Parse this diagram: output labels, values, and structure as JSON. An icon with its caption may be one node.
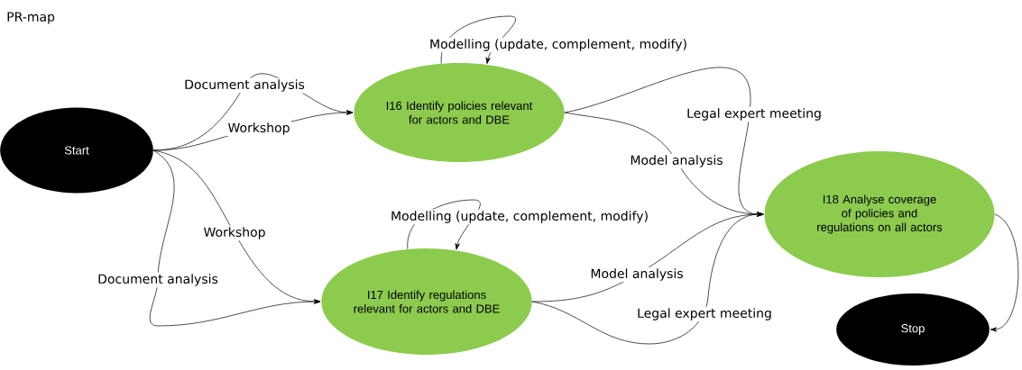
{
  "diagram": {
    "title": "PR-map",
    "nodes": [
      {
        "text": [
          "Start"
        ]
      },
      {
        "text": [
          "I16 Identify policies relevant for actors and DBE"
        ]
      },
      {
        "text": [
          "I17 Identify regulations relevant for actors and DBE"
        ]
      },
      {
        "text": [
          "I18 Analyse coverage of policies and regulations on all actors"
        ]
      },
      {
        "text": [
          "Stop"
        ]
      }
    ],
    "edges": [
      {
        "from": 0,
        "to": 1,
        "arrow": "to",
        "label": "Document analysis"
      },
      {
        "from": 0,
        "to": 1,
        "arrow": "to",
        "label": "Workshop"
      },
      {
        "from": 0,
        "to": 2,
        "arrow": "to",
        "label": "Workshop"
      },
      {
        "from": 0,
        "to": 2,
        "arrow": "to",
        "label": "Document analysis"
      },
      {
        "from": 1,
        "to": 1,
        "arrow": "to",
        "label": "Modelling (update, complement, modify)"
      },
      {
        "from": 2,
        "to": 2,
        "arrow": "to",
        "label": "Modelling (update, complement, modify)"
      },
      {
        "from": 1,
        "to": 3,
        "arrow": "to",
        "label": "Legal expert meeting"
      },
      {
        "from": 1,
        "to": 3,
        "arrow": "to",
        "label": "Model analysis"
      },
      {
        "from": 2,
        "to": 3,
        "arrow": "to",
        "label": "Model analysis"
      },
      {
        "from": 2,
        "to": 3,
        "arrow": "to",
        "label": "Legal expert meeting"
      },
      {
        "from": 3,
        "to": 4,
        "arrow": "to"
      }
    ]
  }
}
